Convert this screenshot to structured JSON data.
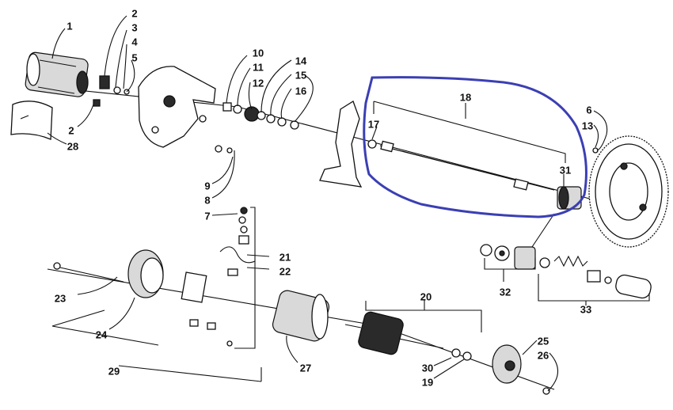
{
  "diagram": {
    "callouts": [
      "1",
      "2",
      "3",
      "4",
      "5",
      "2",
      "28",
      "10",
      "11",
      "12",
      "14",
      "15",
      "16",
      "9",
      "8",
      "7",
      "21",
      "22",
      "18",
      "17",
      "31",
      "6",
      "13",
      "32",
      "33",
      "23",
      "24",
      "29",
      "27",
      "20",
      "30",
      "19",
      "25",
      "26"
    ],
    "highlight_color": "#3b3fb3",
    "line_color": "#111111"
  }
}
